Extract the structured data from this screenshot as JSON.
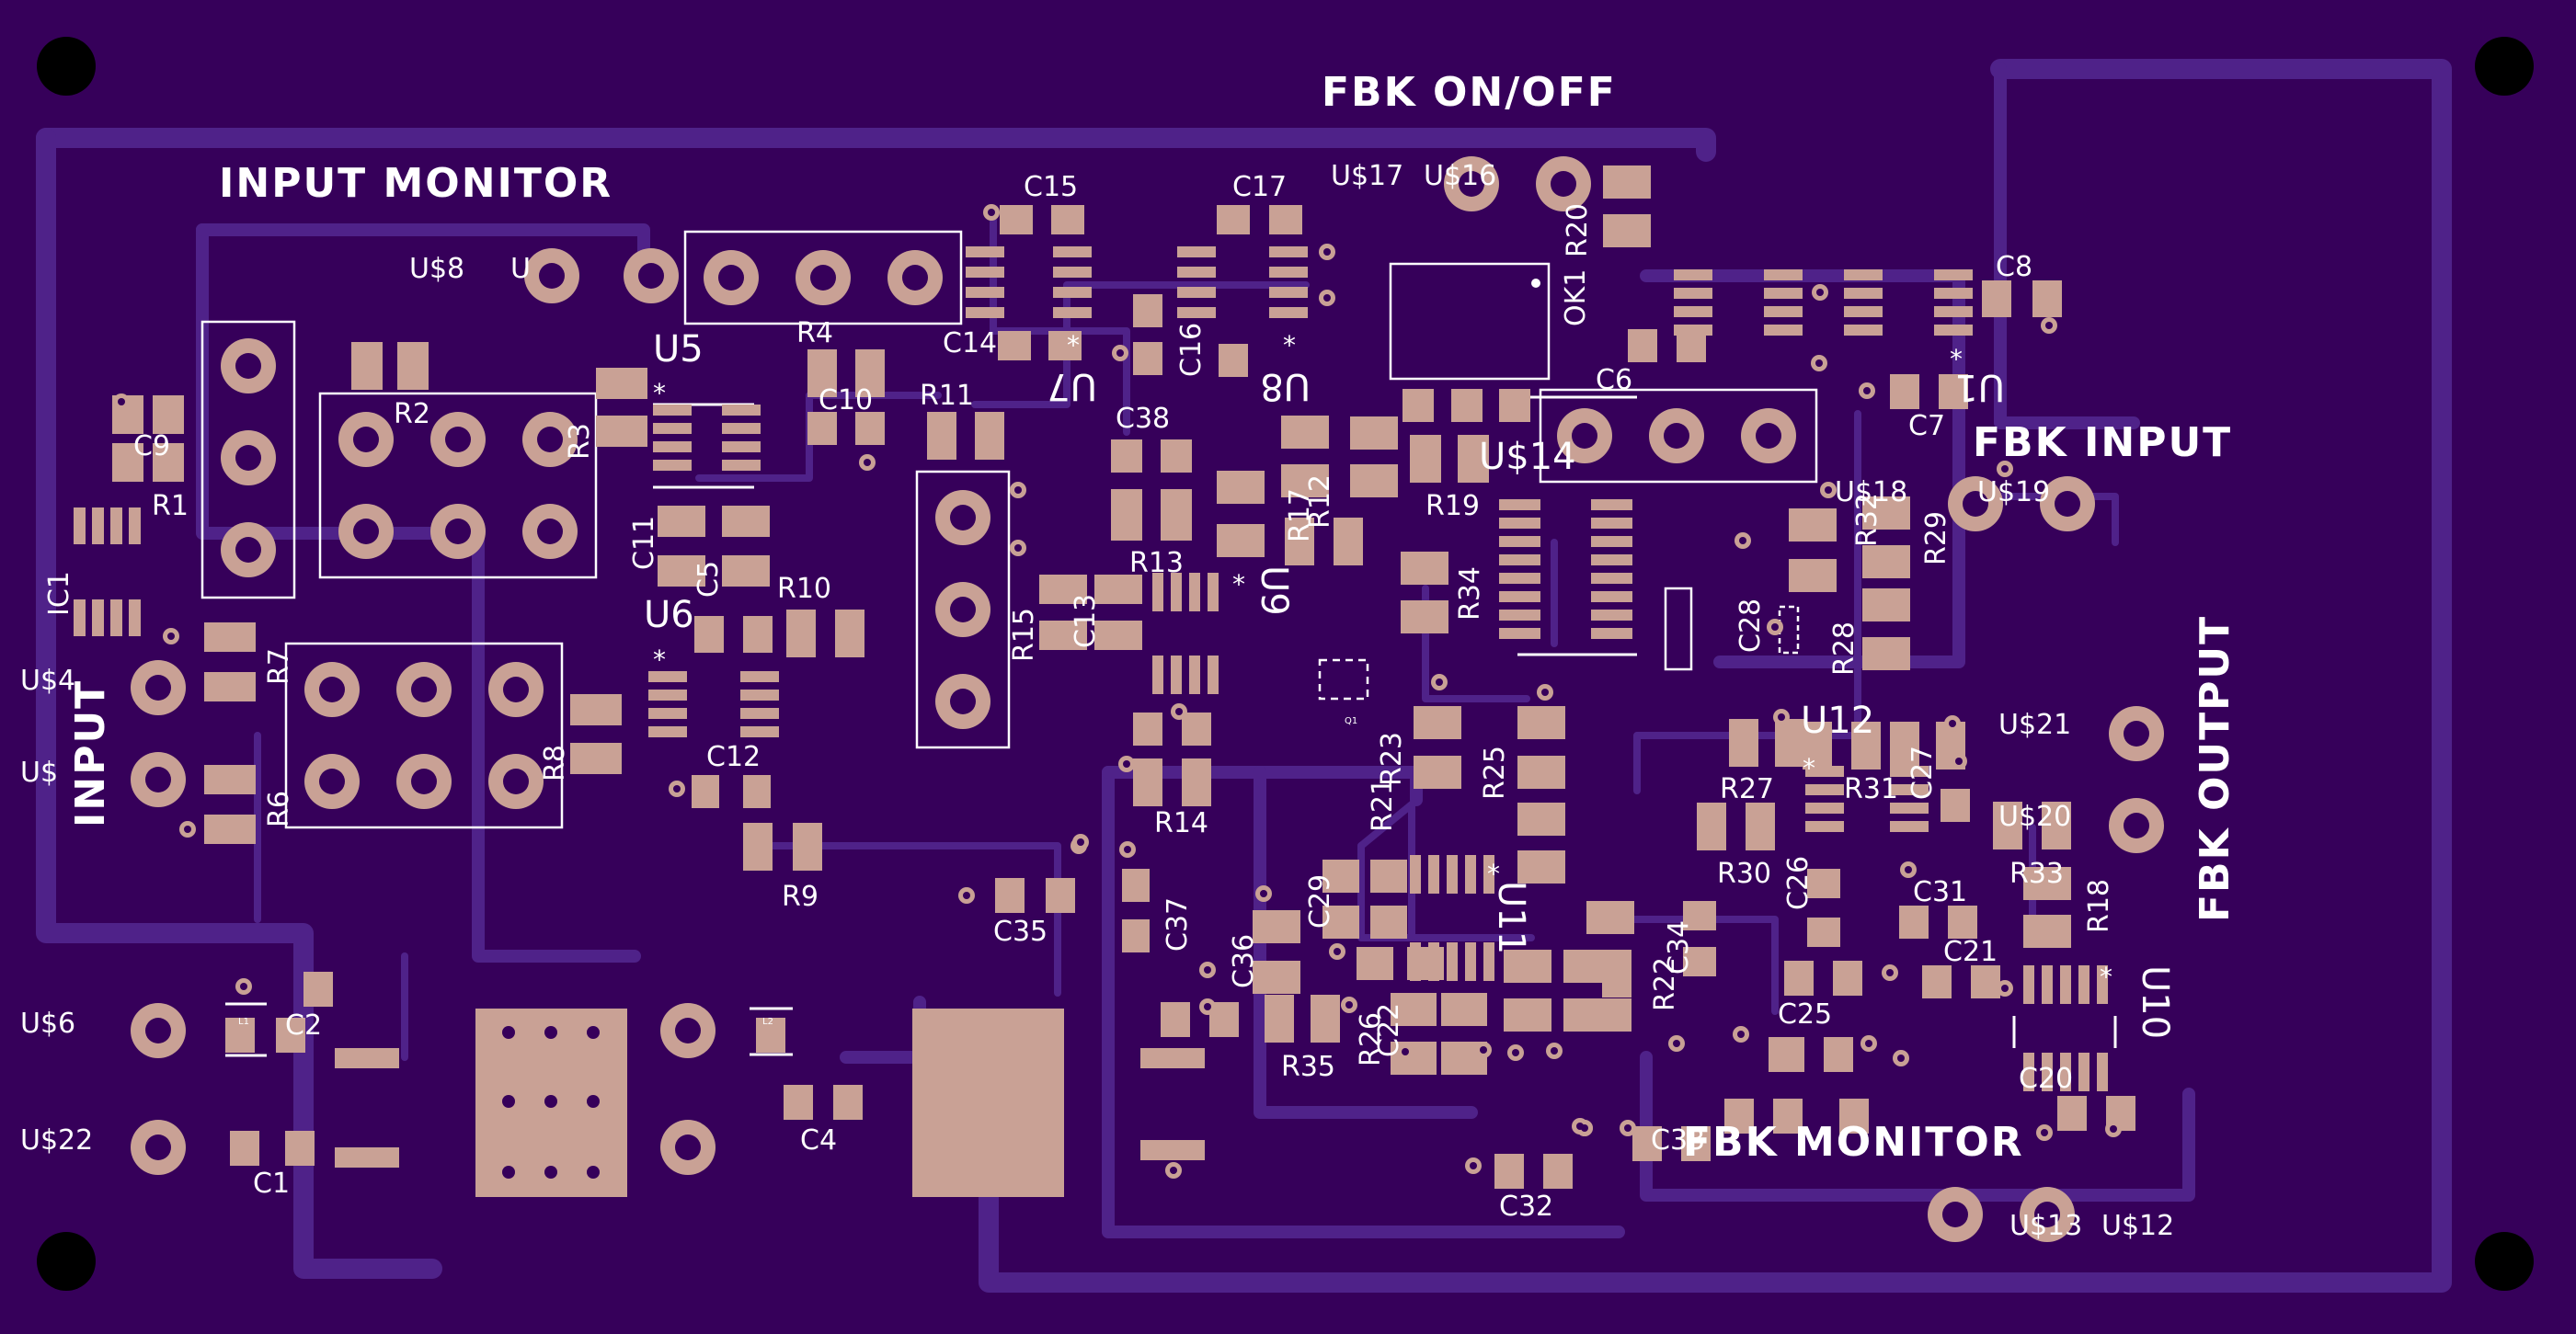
{
  "board": {
    "substrate_color": "#36005a",
    "trace_color": "#4f2289",
    "pad_color": "#c9a195",
    "silkscreen_color": "#ffffff"
  },
  "section_labels": {
    "fbk_on_off": "FBK ON/OFF",
    "input_monitor": "INPUT MONITOR",
    "fbk_input": "FBK INPUT",
    "fbk_output": "FBK OUTPUT",
    "input": "INPUT",
    "fbk_monitor": "FBK MONITOR"
  },
  "connectors": {
    "u8": "U$8",
    "u8b": "U",
    "u17": "U$17",
    "u16": "U$16",
    "u4": "U$4",
    "u5": "U$",
    "u6": "U$6",
    "u22": "U$22",
    "u18": "U$18",
    "u19": "U$19",
    "u21": "U$21",
    "u20": "U$20",
    "u13": "U$13",
    "u12": "U$12",
    "u14": "U$14"
  },
  "ics": {
    "u5": "U5",
    "u7": "U7",
    "u8": "U8",
    "u9": "U9",
    "u10": "U10",
    "u11": "U11",
    "u12": "U12",
    "u6": "U6",
    "u1": "U1",
    "ic1": "IC1",
    "ok1": "OK1"
  },
  "resistors": [
    "R1",
    "R2",
    "R3",
    "R4",
    "R6",
    "R7",
    "R8",
    "R9",
    "R10",
    "R11",
    "R12",
    "R13",
    "R14",
    "R15",
    "R17",
    "R18",
    "R19",
    "R20",
    "R21",
    "R22",
    "R23",
    "R25",
    "R26",
    "R27",
    "R28",
    "R29",
    "R30",
    "R31",
    "R32",
    "R33",
    "R34",
    "R35"
  ],
  "capacitors": [
    "C1",
    "C2",
    "C4",
    "C5",
    "C6",
    "C7",
    "C8",
    "C9",
    "C10",
    "C11",
    "C12",
    "C13",
    "C14",
    "C15",
    "C16",
    "C17",
    "C20",
    "C21",
    "C22",
    "C25",
    "C26",
    "C27",
    "C28",
    "C29",
    "C31",
    "C32",
    "C33",
    "C34",
    "C35",
    "C36",
    "C37",
    "C38"
  ],
  "inductors": {
    "l1": "L1",
    "l2": "L2",
    "q1": "Q1"
  }
}
